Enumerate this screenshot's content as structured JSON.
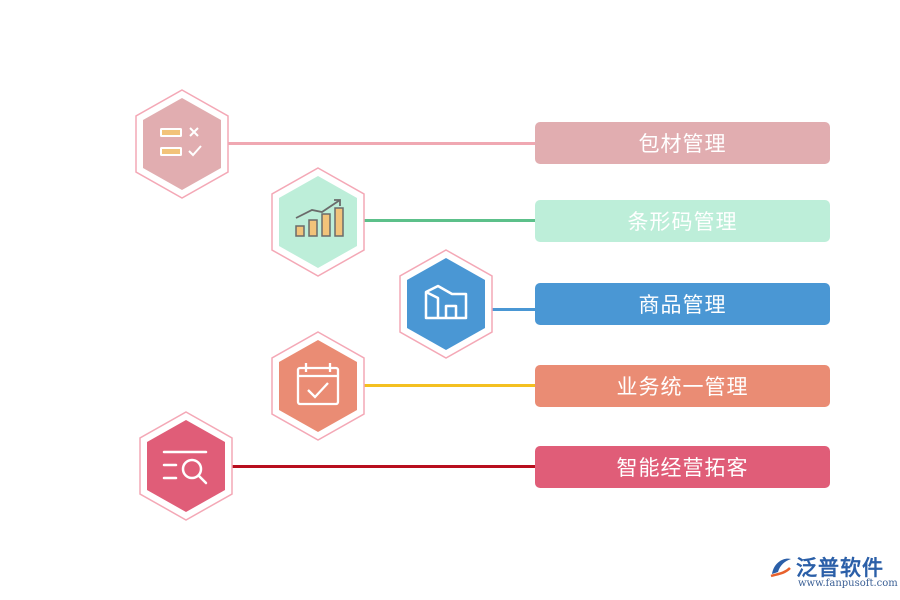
{
  "items": [
    {
      "label": "包材管理",
      "color": "#e1adb0",
      "line_color": "#f0a8b2",
      "icon": "checklist-icon"
    },
    {
      "label": "条形码管理",
      "color": "#bdeed9",
      "line_color": "#5cc08a",
      "icon": "bar-chart-growth-icon"
    },
    {
      "label": "商品管理",
      "color": "#4a97d4",
      "line_color": "#4a97d4",
      "icon": "building-icon"
    },
    {
      "label": "业务统一管理",
      "color": "#ea8c74",
      "line_color": "#f4c020",
      "icon": "calendar-check-icon"
    },
    {
      "label": "智能经营拓客",
      "color": "#e05d78",
      "line_color": "#b80e1e",
      "icon": "search-list-icon"
    }
  ],
  "logo": {
    "name": "泛普软件",
    "url": "www.fanpusoft.com",
    "icon": "fanpu-logo-icon",
    "color": "#2b5fa8"
  }
}
